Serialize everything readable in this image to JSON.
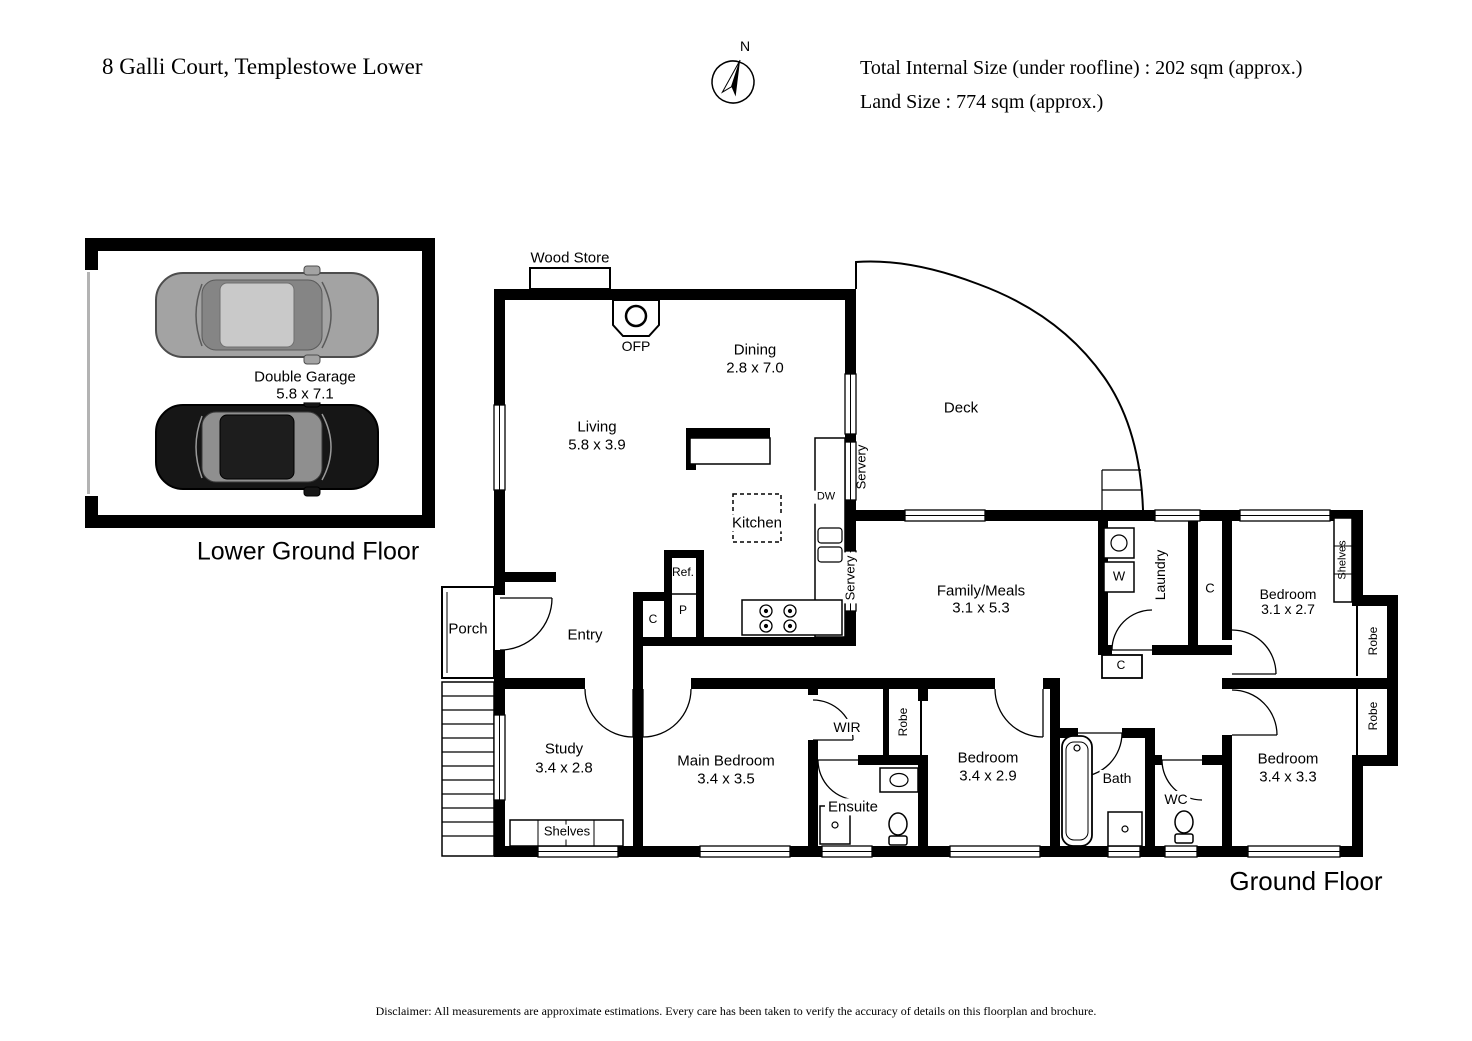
{
  "header": {
    "address": "8 Galli Court, Templestowe Lower",
    "total_internal_size": "Total Internal Size (under roofline) : 202 sqm (approx.)",
    "land_size": "Land Size : 774 sqm (approx.)",
    "compass_north": "N"
  },
  "lower_ground": {
    "garage_label": "Double Garage",
    "garage_dims": "5.8 x 7.1",
    "floor_label": "Lower Ground Floor"
  },
  "ground": {
    "floor_label": "Ground Floor",
    "rooms": {
      "wood_store": "Wood Store",
      "ofp": "OFP",
      "dining": {
        "name": "Dining",
        "dims": "2.8 x 7.0"
      },
      "deck": "Deck",
      "living": {
        "name": "Living",
        "dims": "5.8 x 3.9"
      },
      "kitchen": "Kitchen",
      "servery_deck": "Servery",
      "servery_family": "Servery",
      "dw": "DW",
      "ref": "Ref.",
      "pantry": "P",
      "closet_kitchen": "C",
      "washer": "W",
      "laundry": "Laundry",
      "closet_laundry": "C",
      "closet_hall": "C",
      "shelves_bedroom": "Shelves",
      "bedroom2": {
        "name": "Bedroom",
        "dims": "3.1 x 2.7"
      },
      "family_meals": {
        "name": "Family/Meals",
        "dims": "3.1 x 5.3"
      },
      "robe_top": "Robe",
      "robe_bottom": "Robe",
      "robe_mid": "Robe",
      "porch": "Porch",
      "entry": "Entry",
      "wir": "WIR",
      "study": {
        "name": "Study",
        "dims": "3.4 x 2.8"
      },
      "main_bedroom": {
        "name": "Main Bedroom",
        "dims": "3.4 x 3.5"
      },
      "bedroom3": {
        "name": "Bedroom",
        "dims": "3.4 x 2.9"
      },
      "bedroom4": {
        "name": "Bedroom",
        "dims": "3.4 x 3.3"
      },
      "bath": "Bath",
      "wc": "WC",
      "ensuite": "Ensuite",
      "shelves_study": "Shelves"
    }
  },
  "footer": {
    "disclaimer": "Disclaimer: All measurements are approximate estimations. Every care has been taken to verify the accuracy of details on this floorplan and brochure."
  }
}
